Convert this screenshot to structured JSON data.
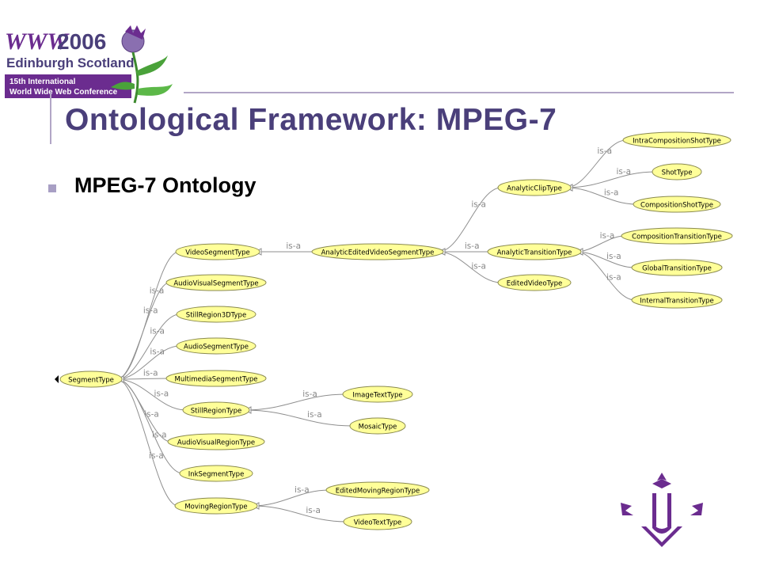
{
  "header": {
    "logo_text": {
      "www": "WWW",
      "year": "2006",
      "location": "Edinburgh Scotland",
      "line1": "15th International",
      "line2": "World Wide Web Conference"
    },
    "title": "Ontological Framework: MPEG-7",
    "bullet": "MPEG-7 Ontology"
  },
  "colors": {
    "accent": "#4a3f7a",
    "rule": "#b2a6c6",
    "node_fill": "#ffff99",
    "emblem": "#6b2c8f"
  },
  "icons": {
    "logo": "www2006-thistle-logo",
    "emblem": "university-emblem-icon"
  },
  "diagram": {
    "edge_label": "is-a",
    "nodes": [
      {
        "id": "SegmentType",
        "label": "SegmentType"
      },
      {
        "id": "VideoSegmentType",
        "label": "VideoSegmentType"
      },
      {
        "id": "AudioVisualSegmentType",
        "label": "AudioVisualSegmentType"
      },
      {
        "id": "StillRegion3DType",
        "label": "StillRegion3DType"
      },
      {
        "id": "AudioSegmentType",
        "label": "AudioSegmentType"
      },
      {
        "id": "MultimediaSegmentType",
        "label": "MultimediaSegmentType"
      },
      {
        "id": "StillRegionType",
        "label": "StillRegionType"
      },
      {
        "id": "AudioVisualRegionType",
        "label": "AudioVisualRegionType"
      },
      {
        "id": "InkSegmentType",
        "label": "InkSegmentType"
      },
      {
        "id": "MovingRegionType",
        "label": "MovingRegionType"
      },
      {
        "id": "AnalyticEditedVideoSegmentType",
        "label": "AnalyticEditedVideoSegmentType"
      },
      {
        "id": "AnalyticClipType",
        "label": "AnalyticClipType"
      },
      {
        "id": "AnalyticTransitionType",
        "label": "AnalyticTransitionType"
      },
      {
        "id": "EditedVideoType",
        "label": "EditedVideoType"
      },
      {
        "id": "IntraCompositionShotType",
        "label": "IntraCompositionShotType"
      },
      {
        "id": "ShotType",
        "label": "ShotType"
      },
      {
        "id": "CompositionShotType",
        "label": "CompositionShotType"
      },
      {
        "id": "CompositionTransitionType",
        "label": "CompositionTransitionType"
      },
      {
        "id": "GlobalTransitionType",
        "label": "GlobalTransitionType"
      },
      {
        "id": "InternalTransitionType",
        "label": "InternalTransitionType"
      },
      {
        "id": "ImageTextType",
        "label": "ImageTextType"
      },
      {
        "id": "MosaicType",
        "label": "MosaicType"
      },
      {
        "id": "EditedMovingRegionType",
        "label": "EditedMovingRegionType"
      },
      {
        "id": "VideoTextType",
        "label": "VideoTextType"
      }
    ],
    "edges": [
      {
        "from": "VideoSegmentType",
        "to": "SegmentType"
      },
      {
        "from": "AudioVisualSegmentType",
        "to": "SegmentType"
      },
      {
        "from": "StillRegion3DType",
        "to": "SegmentType"
      },
      {
        "from": "AudioSegmentType",
        "to": "SegmentType"
      },
      {
        "from": "MultimediaSegmentType",
        "to": "SegmentType"
      },
      {
        "from": "StillRegionType",
        "to": "SegmentType"
      },
      {
        "from": "AudioVisualRegionType",
        "to": "SegmentType"
      },
      {
        "from": "InkSegmentType",
        "to": "SegmentType"
      },
      {
        "from": "MovingRegionType",
        "to": "SegmentType"
      },
      {
        "from": "AnalyticEditedVideoSegmentType",
        "to": "VideoSegmentType"
      },
      {
        "from": "AnalyticClipType",
        "to": "AnalyticEditedVideoSegmentType"
      },
      {
        "from": "AnalyticTransitionType",
        "to": "AnalyticEditedVideoSegmentType"
      },
      {
        "from": "EditedVideoType",
        "to": "AnalyticEditedVideoSegmentType"
      },
      {
        "from": "IntraCompositionShotType",
        "to": "AnalyticClipType"
      },
      {
        "from": "ShotType",
        "to": "AnalyticClipType"
      },
      {
        "from": "CompositionShotType",
        "to": "AnalyticClipType"
      },
      {
        "from": "CompositionTransitionType",
        "to": "AnalyticTransitionType"
      },
      {
        "from": "GlobalTransitionType",
        "to": "AnalyticTransitionType"
      },
      {
        "from": "InternalTransitionType",
        "to": "AnalyticTransitionType"
      },
      {
        "from": "ImageTextType",
        "to": "StillRegionType"
      },
      {
        "from": "MosaicType",
        "to": "StillRegionType"
      },
      {
        "from": "EditedMovingRegionType",
        "to": "MovingRegionType"
      },
      {
        "from": "VideoTextType",
        "to": "MovingRegionType"
      }
    ]
  }
}
